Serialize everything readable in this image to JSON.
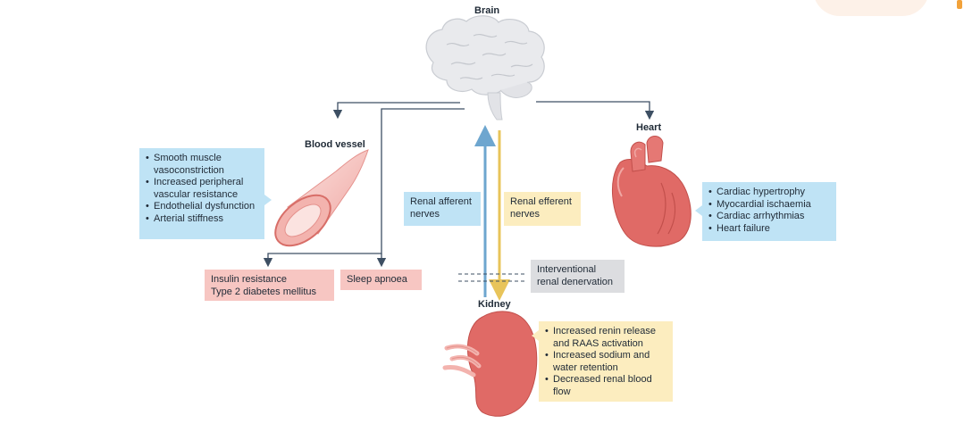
{
  "labels": {
    "brain": "Brain",
    "blood_vessel": "Blood vessel",
    "heart": "Heart",
    "kidney": "Kidney"
  },
  "blood_vessel_box": {
    "items": [
      "Smooth muscle vasoconstriction",
      "Increased peripheral vascular resistance",
      "Endothelial dysfunction",
      "Arterial stiffness"
    ]
  },
  "heart_box": {
    "items": [
      "Cardiac hypertrophy",
      "Myocardial ischaemia",
      "Cardiac arrhythmias",
      "Heart failure"
    ]
  },
  "kidney_box": {
    "items": [
      "Increased renin release and RAAS activation",
      "Increased sodium and water retention",
      "Decreased renal blood flow"
    ]
  },
  "renal_afferent": "Renal afferent nerves",
  "renal_efferent": "Renal efferent nerves",
  "insulin_box": {
    "line1": "Insulin resistance",
    "line2": "Type 2 diabetes mellitus"
  },
  "sleep_box": "Sleep apnoea",
  "denervation_box": "Interventional renal denervation",
  "colors": {
    "afferent": "#6ea6cf",
    "efferent": "#e8c45a",
    "connector": "#3d4f63",
    "organ": "#e06a66"
  }
}
